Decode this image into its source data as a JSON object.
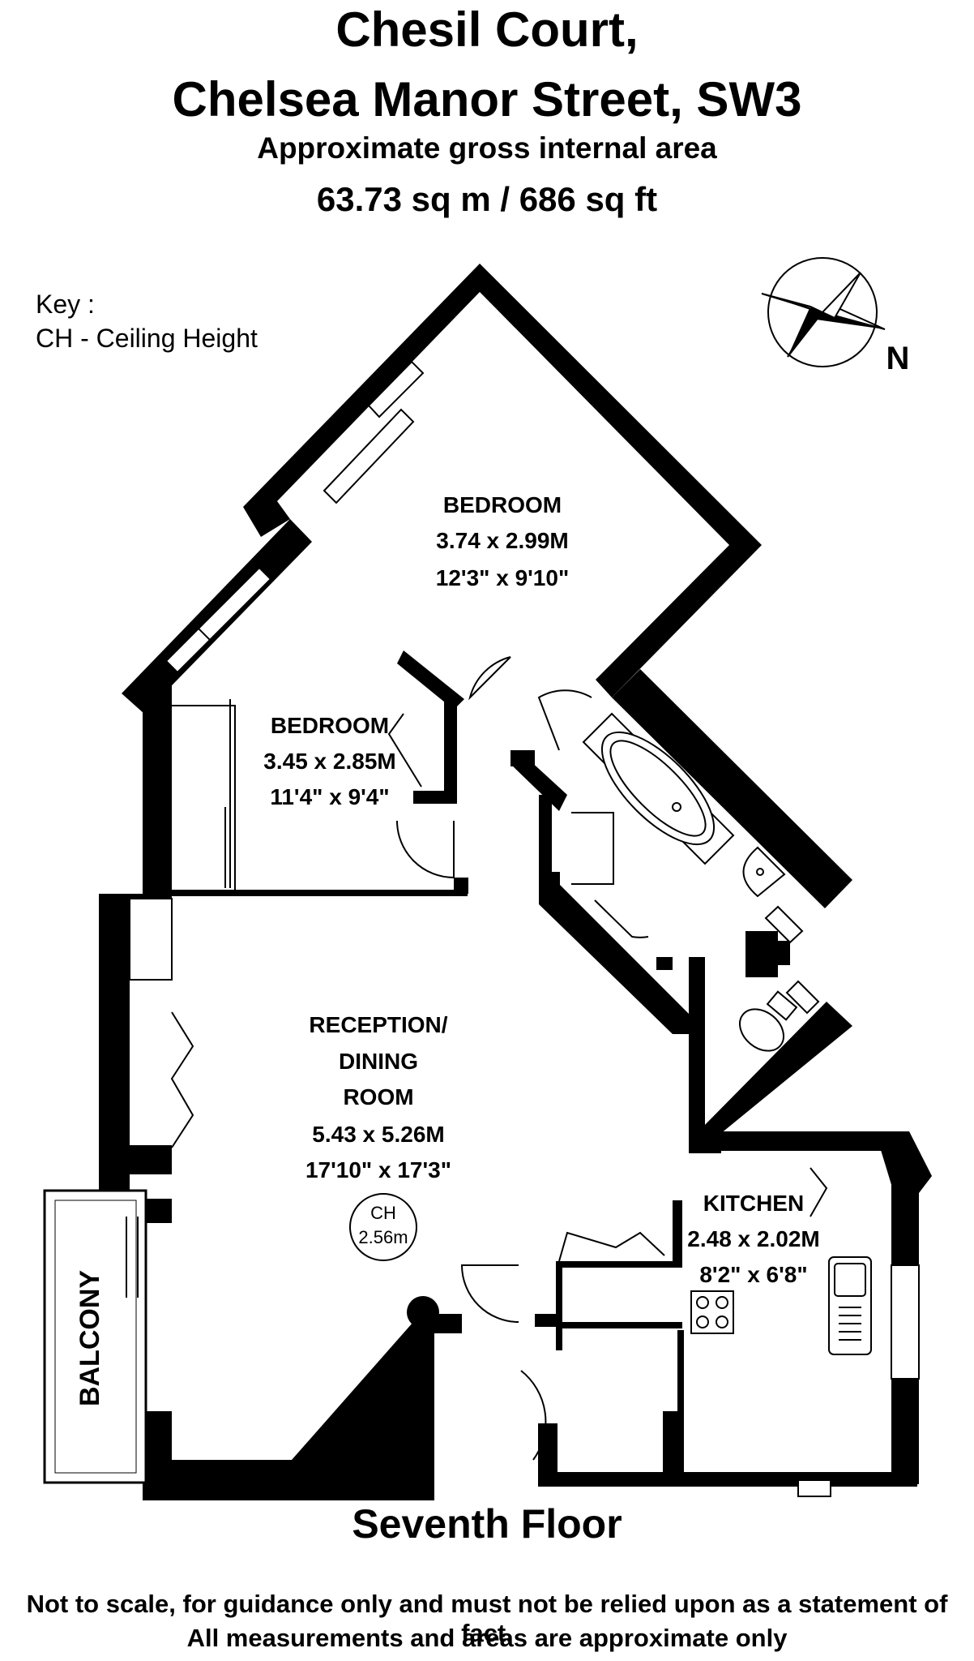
{
  "header": {
    "title_line1": "Chesil Court,",
    "title_line2": "Chelsea Manor Street, SW3",
    "subtitle": "Approximate gross internal area",
    "area": "63.73 sq m / 686 sq ft"
  },
  "key": {
    "heading": "Key :",
    "item": "CH - Ceiling Height"
  },
  "compass": {
    "label": "N"
  },
  "rooms": {
    "bedroom1": {
      "name": "BEDROOM",
      "metric": "3.74 x 2.99M",
      "imperial": "12'3\" x 9'10\""
    },
    "bedroom2": {
      "name": "BEDROOM",
      "metric": "3.45 x 2.85M",
      "imperial": "11'4\" x 9'4\""
    },
    "reception": {
      "name_line1": "RECEPTION/",
      "name_line2": "DINING",
      "name_line3": "ROOM",
      "metric": "5.43 x 5.26M",
      "imperial": "17'10\" x 17'3\""
    },
    "kitchen": {
      "name": "KITCHEN",
      "metric": "2.48 x 2.02M",
      "imperial": "8'2\" x 6'8\""
    },
    "balcony": {
      "name": "BALCONY"
    }
  },
  "ceiling_height": {
    "label": "CH",
    "value": "2.56m"
  },
  "floor_label": "Seventh Floor",
  "disclaimer": {
    "line1": "Not to scale, for guidance only and must not be relied upon as a statement of fact.",
    "line2": "All measurements and areas are approximate only"
  },
  "colors": {
    "wall": "#000000",
    "background": "#ffffff"
  }
}
